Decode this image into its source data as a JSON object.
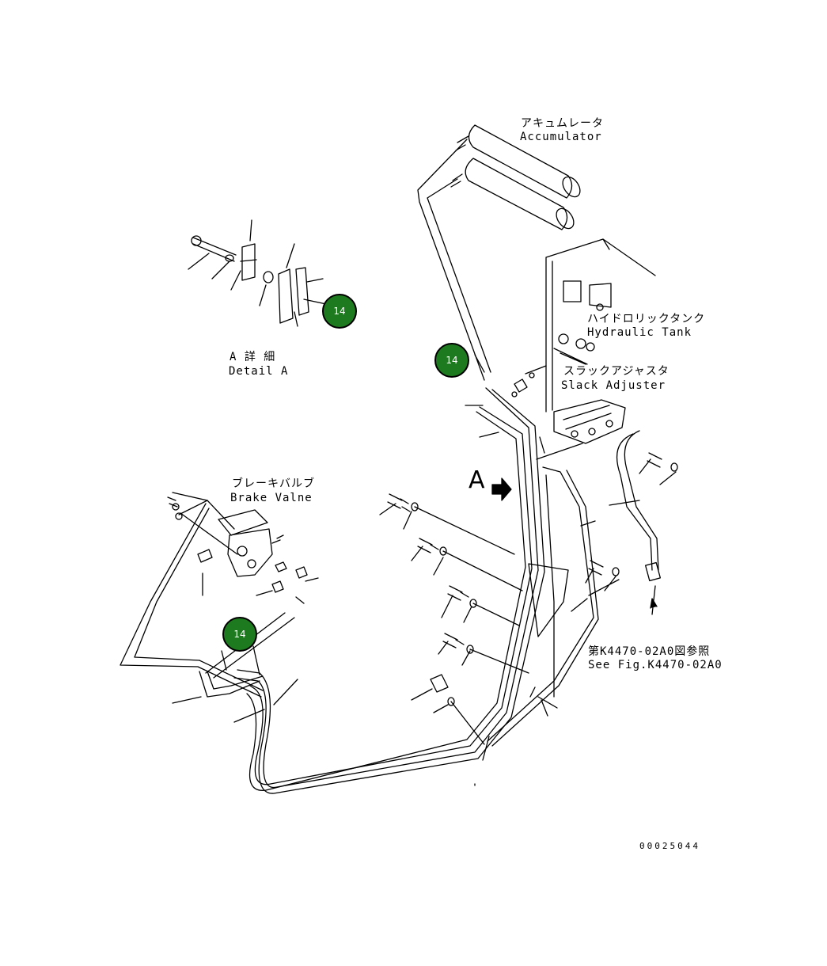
{
  "labels": {
    "accumulator_jp": "アキュムレータ",
    "accumulator_en": "Accumulator",
    "hydraulic_tank_jp": "ハイドロリックタンク",
    "hydraulic_tank_en": "Hydraulic Tank",
    "slack_adjuster_jp": "スラックアジャスタ",
    "slack_adjuster_en": "Slack Adjuster",
    "detail_a_jp": "A 詳 細",
    "detail_a_en": "Detail A",
    "brake_valve_jp": "ブレーキバルブ",
    "brake_valve_en": "Brake Valne",
    "view_a": "A",
    "ref_jp": "第K4470-02A0図参照",
    "ref_en": "See Fig.K4470-02A0",
    "drawing_number": "00025044"
  },
  "callouts": [
    {
      "text": "14"
    },
    {
      "text": "14"
    },
    {
      "text": "14"
    }
  ],
  "colors": {
    "callout_fill": "#1e7a1e",
    "line": "#000000"
  }
}
